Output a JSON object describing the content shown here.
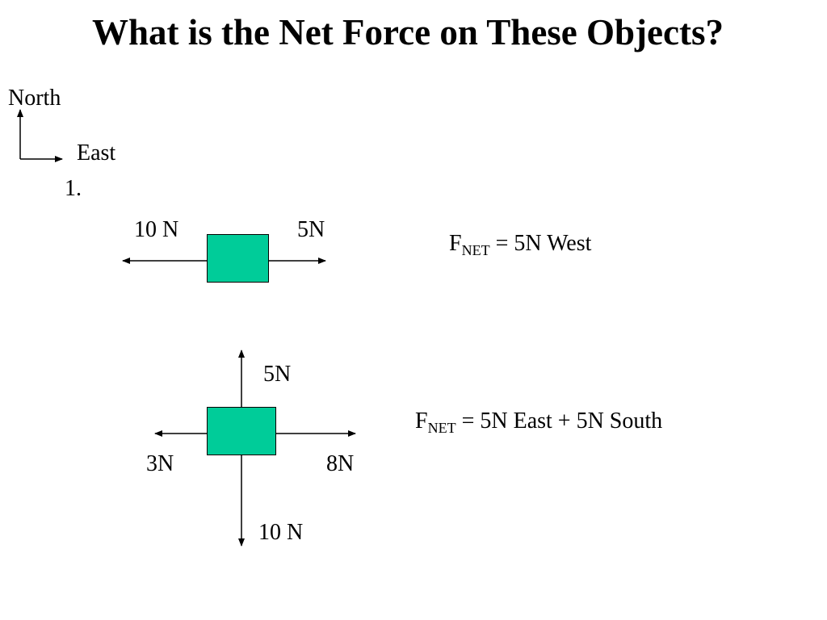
{
  "slide": {
    "title": "What is the Net Force on These Objects?"
  },
  "compass": {
    "north_label": "North",
    "east_label": "East"
  },
  "problem1": {
    "number": "1.",
    "west_force": "10 N",
    "east_force": "5N",
    "answer_symbol": "F",
    "answer_subscript": "NET",
    "answer_value": " = 5N West"
  },
  "problem2": {
    "north_force": "5N",
    "west_force": "3N",
    "east_force": "8N",
    "south_force": "10 N",
    "answer_symbol": "F",
    "answer_subscript": "NET",
    "answer_value": " = 5N East + 5N South"
  },
  "colors": {
    "box_fill": "#00cc99",
    "arrow": "#000000"
  }
}
